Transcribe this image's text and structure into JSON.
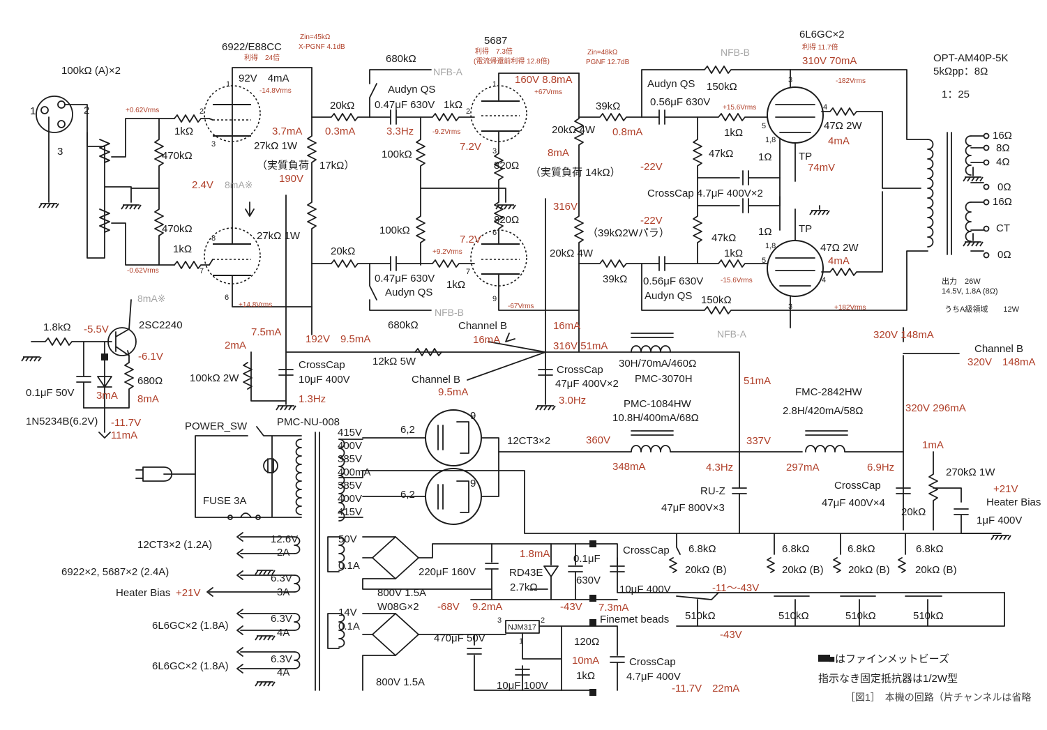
{
  "colors": {
    "ink": "#1c1c1c",
    "annotation": "#b0402a",
    "muted": "#a6a6a6"
  },
  "labels": {
    "input": {
      "pot": "100kΩ (A)×2",
      "pin1": "1",
      "pin2": "2",
      "pin3": "3",
      "r1k_a": "1kΩ",
      "r470k_a": "470kΩ",
      "r470k_b": "470kΩ",
      "r1k_b": "1kΩ",
      "v_in_a": "+0.62Vrms",
      "v_in_b": "-0.62Vrms"
    },
    "v1": {
      "name": "6922/E88CC",
      "gain": "利得　24倍",
      "zin": "Zin=45kΩ",
      "xpgnf": "X-PGNF 4.1dB",
      "op": "92V　4mA",
      "vout": "-14.8Vrms",
      "i1": "3.7mA",
      "rl1": "27kΩ 1W",
      "eff": "（実質負荷　17kΩ）",
      "v190": "190V",
      "v24": "2.4V",
      "m8": "8mA※",
      "rl2": "27kΩ 1W",
      "vout2": "+14.8Vrms",
      "i75": "7.5mA",
      "i2": "2mA",
      "r100k": "100kΩ 2W",
      "p1": "1",
      "p2": "2",
      "p3": "3",
      "p8": "8",
      "p6": "6",
      "p7": "7"
    },
    "cc": {
      "title": "CrossCap",
      "val": "10μF 400V",
      "hz": "1.3Hz",
      "v192": "192V　9.5mA",
      "r12k": "12kΩ 5W",
      "chB": "Channel B",
      "i95": "9.5mA"
    },
    "coup": {
      "r680a": "680kΩ",
      "nfba": "NFB-A",
      "audyn1": "Audyn QS",
      "r20k1": "20kΩ",
      "c1": "0.47μF 630V",
      "r1k1": "1kΩ",
      "i03": "0.3mA",
      "hz33": "3.3Hz",
      "vm92": "-9.2Vrms",
      "r100k1": "100kΩ",
      "r100k2": "100kΩ",
      "r20k2": "20kΩ",
      "c2": "0.47μF 630V",
      "r1k2": "1kΩ",
      "vp92": "+9.2Vrms",
      "audyn2": "Audyn QS",
      "nfbb": "NFB-B",
      "r680b": "680kΩ"
    },
    "v2": {
      "name": "5687",
      "gain": "利得　7.3倍",
      "gain2": "(電流帰還前利得 12.8倍)",
      "op": "160V 8.8mA",
      "vp67": "+67Vrms",
      "k72a": "7.2V",
      "r820a": "820Ω",
      "r820b": "820Ω",
      "k72b": "7.2V",
      "vm67": "-67Vrms",
      "p1": "1",
      "p2": "2",
      "p3": "3",
      "p6": "6",
      "p7": "7",
      "p9": "9"
    },
    "pi": {
      "zin": "Zin=48kΩ",
      "pgnf": "PGNF 12.7dB",
      "r20k4w": "20kΩ 4W",
      "i8": "8mA",
      "eff": "（実質負荷 14kΩ）",
      "v316": "316V",
      "para": "（39kΩ2Wパラ）",
      "r20k4w2": "20kΩ 4W",
      "r39k1": "39kΩ",
      "i08": "0.8mA",
      "r39k2": "39kΩ",
      "chB": "Channel B",
      "i16": "16mA",
      "i16b": "16mA",
      "v316b": "316V 51mA",
      "cc": "CrossCap",
      "ccv": "47μF 400V×2",
      "hz3": "3.0Hz"
    },
    "out": {
      "name": "6L6GC×2",
      "gain": "利得 11.7倍",
      "op": "310V 70mA",
      "nfbb": "NFB-B",
      "audyn1": "Audyn QS",
      "c1": "0.56μF 630V",
      "r150k1": "150kΩ",
      "vp156": "+15.6Vrms",
      "r1k1": "1kΩ",
      "vm182": "-182Vrms",
      "r47a": "47Ω 2W",
      "i4a": "4mA",
      "r47k1": "47kΩ",
      "r1o1": "1Ω",
      "tp1": "TP",
      "mv74": "74mV",
      "vm22a": "-22V",
      "crosscap": "CrossCap 4.7μF 400V×2",
      "vm22b": "-22V",
      "r47k2": "47kΩ",
      "r1o2": "1Ω",
      "tp2": "TP",
      "r1k2": "1kΩ",
      "r47b": "47Ω 2W",
      "i4b": "4mA",
      "c2": "0.56μF 630V",
      "vm156": "-15.6Vrms",
      "audyn2": "Audyn QS",
      "r150k2": "150kΩ",
      "nfba": "NFB-A",
      "vp182": "+182Vrms",
      "v320": "320V 148mA",
      "chB": "Channel B",
      "chBv": "320V　148mA",
      "p3a": "3",
      "p4a": "4",
      "p5a": "5",
      "p18a": "1,8",
      "p3b": "3",
      "p4b": "4",
      "p5b": "5",
      "p18b": "1,8"
    },
    "opt": {
      "name": "OPT-AM40P-5K",
      "imp": "5kΩpp：8Ω",
      "ratio": "1：25",
      "t16a": "16Ω",
      "t8": "8Ω",
      "t4": "4Ω",
      "t0a": "0Ω",
      "t16b": "16Ω",
      "tct": "CT",
      "t0b": "0Ω",
      "power": "出力　26W",
      "power2": "14.5V, 1.8A (8Ω)",
      "classa": "うちA級領域　　12W"
    },
    "supply": {
      "choke1": "30H/70mA/460Ω",
      "choke1n": "PMC-3070H",
      "i51": "51mA",
      "choke2n": "PMC-1084HW",
      "choke2": "10.8H/400mA/68Ω",
      "choke3n": "FMC-2842HW",
      "choke3": "2.8H/420mA/58Ω",
      "v360": "360V",
      "v337": "337V",
      "i348": "348mA",
      "hz43": "4.3Hz",
      "i297": "297mA",
      "hz69": "6.9Hz",
      "v320i": "320V 296mA",
      "i1": "1mA",
      "r270k": "270kΩ 1W",
      "hb": "+21V",
      "hbl": "Heater Bias",
      "c1u": "1μF 400V",
      "r20k": "20kΩ",
      "ruz": "RU-Z",
      "ruzv": "47μF 800V×3",
      "cc": "CrossCap",
      "ccv": "47μF 400V×4",
      "rect": "12CT3×2",
      "p62a": "6,2",
      "p9a": "9",
      "p62b": "6,2",
      "p9b": "9"
    },
    "bias": {
      "tr": "2SC2240",
      "m8": "8mA※",
      "r18k": "1.8kΩ",
      "vm55": "-5.5V",
      "vm61": "-6.1V",
      "c01": "0.1μF 50V",
      "i3": "3mA",
      "r680": "680Ω",
      "i8": "8mA",
      "zener": "1N5234B(6.2V)",
      "vm117": "-11.7V",
      "i11": "11mA"
    },
    "pt": {
      "sw": "POWER_SW",
      "name": "PMC-NU-008",
      "fuse": "FUSE 3A",
      "t415a": "415V",
      "t400a": "400V",
      "t385a": "385V",
      "t400ma": "400mA",
      "t385b": "385V",
      "t400b": "400V",
      "t415b": "415V",
      "h126": "12.6V",
      "h2a": "2A",
      "h63a": "6.3V",
      "h3a": "3A",
      "h63b": "6.3V",
      "h4a": "4A",
      "h63c": "6.3V",
      "h4b": "4A",
      "b50": "50V",
      "b01": "0.1A",
      "b14": "14V",
      "b01b": "0.1A",
      "l12": "12CT3×2 (1.2A)",
      "l6922": "6922×2, 5687×2 (2.4A)",
      "lhb": "Heater Bias",
      "lhbv": "+21V",
      "l6l6a": "6L6GC×2 (1.8A)",
      "l6l6b": "6L6GC×2 (1.8A)"
    },
    "neg": {
      "c220": "220μF 160V",
      "b800a": "800V 1.5A",
      "w08": "W08G×2",
      "vm68": "-68V",
      "i92": "9.2mA",
      "i18": "1.8mA",
      "rd": "RD43E",
      "r27k": "2.7kΩ",
      "c01": "0.1μF",
      "c01v": "630V",
      "vm43": "-43V",
      "i73": "7.3mA",
      "cc": "CrossCap",
      "ccv": "10μF 400V",
      "r68a": "6.8kΩ",
      "r20ka": "20kΩ (B)",
      "range": "-11～-43V",
      "r510a": "510kΩ",
      "r68b": "6.8kΩ",
      "r20kb": "20kΩ (B)",
      "r510b": "510kΩ",
      "r68c": "6.8kΩ",
      "r20kc": "20kΩ (B)",
      "r510c": "510kΩ",
      "r68d": "6.8kΩ",
      "r20kd": "20kΩ (B)",
      "r510d": "510kΩ",
      "vm43b": "-43V",
      "c470": "470μF 50V",
      "b800b": "800V 1.5A",
      "reg": "NJM317",
      "rp3": "3",
      "rp2": "2",
      "rp1": "1",
      "r120": "120Ω",
      "i10": "10mA",
      "r1k": "1kΩ",
      "c10": "10μF 100V",
      "fb": "Finemet beads",
      "cc2": "CrossCap",
      "cc2v": "4.7μF 400V",
      "vout": "-11.7V　22mA"
    },
    "notes": {
      "beads": "■はファインメットビーズ",
      "res": "指示なき固定抵抗器は1/2W型",
      "caption": "［図1］　本機の回路（片チャンネルは省略"
    }
  }
}
